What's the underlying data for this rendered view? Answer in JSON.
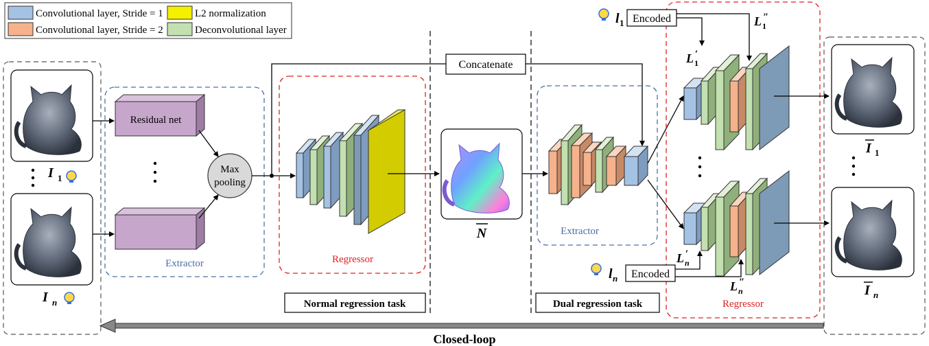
{
  "legend": {
    "items": [
      {
        "label": "Convolutional layer, Stride = 1",
        "color": "#a4c2e4"
      },
      {
        "label": "L2 normalization",
        "color": "#f5ef00"
      },
      {
        "label": "Convolutional layer, Stride = 2",
        "color": "#f5b28c"
      },
      {
        "label": "Deconvolutional layer",
        "color": "#c3e0b0"
      }
    ]
  },
  "inputs": {
    "first_label": "I",
    "first_sub": "1",
    "last_label": "I",
    "last_sub": "n"
  },
  "extractor1": {
    "block_top": "Residual net",
    "pool_line1": "Max",
    "pool_line2": "pooling",
    "caption": "Extractor"
  },
  "regressor1": {
    "caption": "Regressor"
  },
  "normal_map_label": "N",
  "concatenate_label": "Concatenate",
  "extractor2": {
    "caption": "Extractor"
  },
  "regressor2": {
    "caption": "Regressor"
  },
  "light": {
    "l1": "l",
    "l1_sub": "1",
    "ln": "l",
    "ln_sub": "n",
    "encoded": "Encoded",
    "L1p": "L",
    "L1p_sub": "1",
    "L1pp": "L",
    "L1pp_sub": "1",
    "Lnp": "L",
    "Lnp_sub": "n",
    "Lnpp": "L",
    "Lnpp_sub": "n"
  },
  "outputs": {
    "first_label": "I",
    "first_sub": "1",
    "last_label": "I",
    "last_sub": "n"
  },
  "tasks": {
    "normal": "Normal regression task",
    "dual": "Dual regression task"
  },
  "closed_loop": "Closed-loop",
  "colors": {
    "conv1": "#a4c2e4",
    "conv2": "#f5b28c",
    "deconv": "#c3e0b0",
    "l2": "#d2cc00",
    "residual": "#c7a6cc",
    "slab": "#7d9bb6",
    "red_dash": "#e02020",
    "blue_dash": "#4a6fa5"
  }
}
